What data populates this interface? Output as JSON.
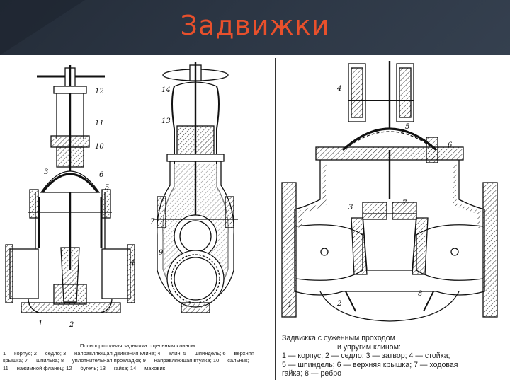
{
  "slide": {
    "title": "Задвижки"
  },
  "left_figure": {
    "labels": [
      "1",
      "2",
      "3",
      "4",
      "5",
      "6",
      "7",
      "9",
      "10",
      "11",
      "12",
      "13",
      "14"
    ],
    "caption_title": "Полнопроходная задвижка с цельным клином:",
    "caption_lines": [
      "1 — корпус; 2 — седло; 3 — направляющая движения клина; 4 — клин; 5 — шпиндель; 6 — верхняя",
      "крышка; 7 — шпилька; 8 — уплотнительная прокладка; 9 — направляющая втулка; 10 — сальник;",
      "11 — нажимной фланец; 12 — бугель; 13 — гайка; 14 — маховик"
    ]
  },
  "right_figure": {
    "labels": [
      "1",
      "2",
      "3",
      "4",
      "5",
      "6",
      "7",
      "8"
    ],
    "caption_title_line1": "Задвижка с суженным проходом",
    "caption_title_line2": "и упругим клином:",
    "caption_lines": [
      "1 — корпус; 2 — седло; 3 — затвор; 4 — стойка;",
      "5 — шпиндель; 6 — верхняя крышка; 7 — ходовая",
      "гайка; 8 — ребро"
    ]
  },
  "colors": {
    "header_bg": "#2f3a4a",
    "title": "#e8502c",
    "ink": "#111111"
  }
}
